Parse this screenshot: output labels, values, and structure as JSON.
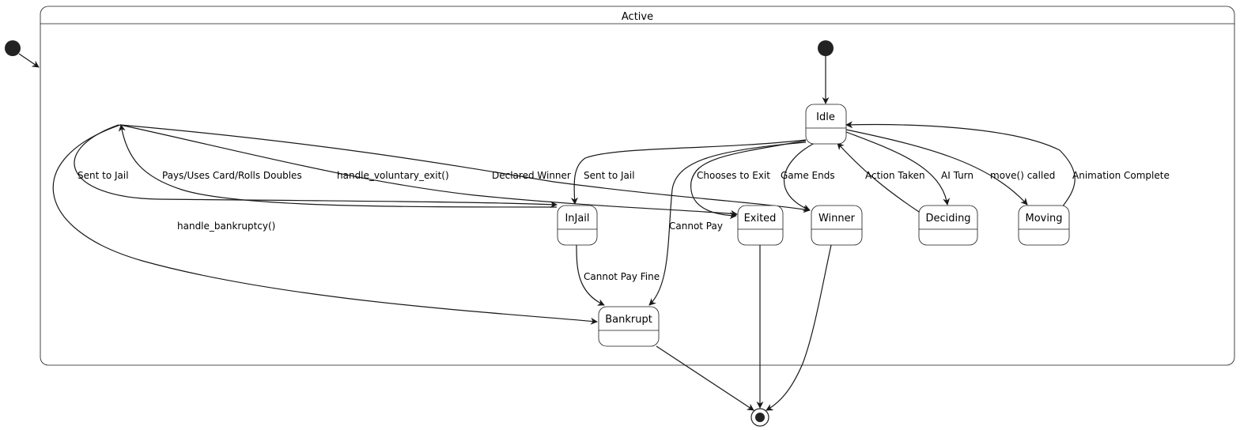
{
  "diagram": {
    "composite_title": "Active",
    "states": {
      "idle": "Idle",
      "injail": "InJail",
      "exited": "Exited",
      "winner": "Winner",
      "deciding": "Deciding",
      "moving": "Moving",
      "bankrupt": "Bankrupt"
    },
    "transitions": {
      "sent_to_jail_left": "Sent to Jail",
      "pays_uses_card": "Pays/Uses Card/Rolls Doubles",
      "voluntary_exit": "handle_voluntary_exit()",
      "declared_winner": "Declared Winner",
      "bankruptcy": "handle_bankruptcy()",
      "sent_to_jail_idle": "Sent to Jail",
      "chooses_to_exit": "Chooses to Exit",
      "game_ends": "Game Ends",
      "action_taken": "Action Taken",
      "ai_turn": "AI Turn",
      "move_called": "move() called",
      "animation_complete": "Animation Complete",
      "cannot_pay": "Cannot Pay",
      "cannot_pay_fine": "Cannot Pay Fine"
    }
  }
}
